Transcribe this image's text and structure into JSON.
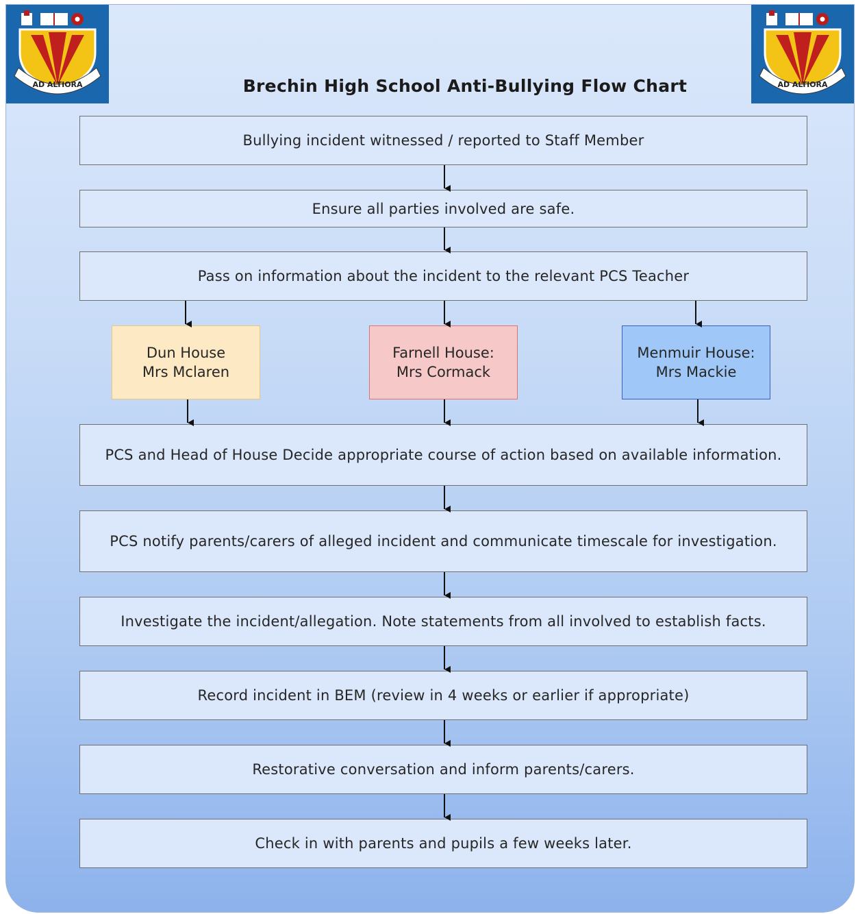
{
  "title": "Brechin High School Anti-Bullying Flow Chart",
  "crest": {
    "motto": "AD ALTIORA"
  },
  "steps": {
    "witnessed": "Bullying incident witnessed / reported to Staff Member",
    "safe": "Ensure all parties involved are safe.",
    "pass_on": "Pass on  information about the incident to the relevant PCS Teacher",
    "decide": "PCS and Head of House Decide appropriate course of action based on available information.",
    "notify": "PCS notify parents/carers of alleged incident and communicate timescale for investigation.",
    "investigate": "Investigate the incident/allegation. Note statements from all involved to establish facts.",
    "record": "Record incident in BEM (review in 4 weeks or earlier if appropriate)",
    "restorative": "Restorative conversation and inform parents/carers.",
    "check_in": "Check in with parents and pupils a few weeks later."
  },
  "houses": [
    {
      "house": "Dun House",
      "head": "Mrs Mclaren",
      "fill": "#fde9c4",
      "border": "#e5c983"
    },
    {
      "house": "Farnell House:",
      "head": "Mrs Cormack",
      "fill": "#f6c8c8",
      "border": "#d97474"
    },
    {
      "house": "Menmuir House:",
      "head": "Mrs Mackie",
      "fill": "#9fc8f9",
      "border": "#3b5fc0"
    }
  ]
}
